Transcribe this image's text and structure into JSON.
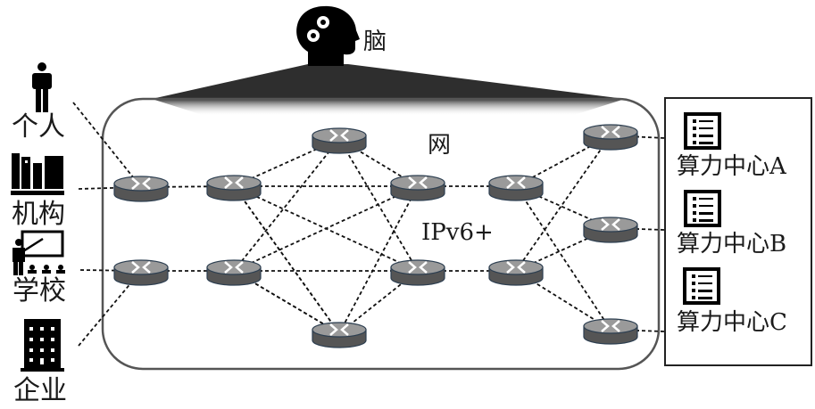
{
  "brain": {
    "label": "脑",
    "icon": "brain-gears-icon"
  },
  "network": {
    "title": "网",
    "protocol": "IPv6+"
  },
  "users": [
    {
      "label": "个人",
      "icon": "person-icon"
    },
    {
      "label": "机构",
      "icon": "books-icon"
    },
    {
      "label": "学校",
      "icon": "teacher-icon"
    },
    {
      "label": "企业",
      "icon": "building-icon"
    }
  ],
  "datacenters": [
    {
      "label": "算力中心A",
      "icon": "server-list-icon"
    },
    {
      "label": "算力中心B",
      "icon": "server-list-icon"
    },
    {
      "label": "算力中心C",
      "icon": "server-list-icon"
    }
  ],
  "routers": [
    {
      "id": "r1"
    },
    {
      "id": "r2"
    },
    {
      "id": "r3"
    },
    {
      "id": "r4"
    },
    {
      "id": "r5"
    },
    {
      "id": "r6"
    },
    {
      "id": "r7"
    },
    {
      "id": "r8"
    },
    {
      "id": "r9"
    },
    {
      "id": "r10"
    },
    {
      "id": "r11"
    },
    {
      "id": "r12"
    },
    {
      "id": "r13"
    }
  ],
  "links": [
    [
      "u1",
      "r1"
    ],
    [
      "u2",
      "r1"
    ],
    [
      "u3",
      "r2"
    ],
    [
      "u4",
      "r2"
    ],
    [
      "r1",
      "r3"
    ],
    [
      "r2",
      "r4"
    ],
    [
      "r3",
      "r5"
    ],
    [
      "r3",
      "r6"
    ],
    [
      "r3",
      "r7"
    ],
    [
      "r3",
      "r8"
    ],
    [
      "r3",
      "r9"
    ],
    [
      "r4",
      "r5"
    ],
    [
      "r4",
      "r6"
    ],
    [
      "r4",
      "r7"
    ],
    [
      "r4",
      "r8"
    ],
    [
      "r4",
      "r9"
    ],
    [
      "r5",
      "r6"
    ],
    [
      "r5",
      "r7"
    ],
    [
      "r8",
      "r6"
    ],
    [
      "r8",
      "r7"
    ],
    [
      "r6",
      "r10"
    ],
    [
      "r7",
      "r11"
    ],
    [
      "r10",
      "r12"
    ],
    [
      "r10",
      "r13"
    ],
    [
      "r10",
      "r14"
    ],
    [
      "r11",
      "r12"
    ],
    [
      "r11",
      "r13"
    ],
    [
      "r11",
      "r14"
    ],
    [
      "r12",
      "d1"
    ],
    [
      "r13",
      "d2"
    ],
    [
      "r14",
      "d3"
    ]
  ]
}
